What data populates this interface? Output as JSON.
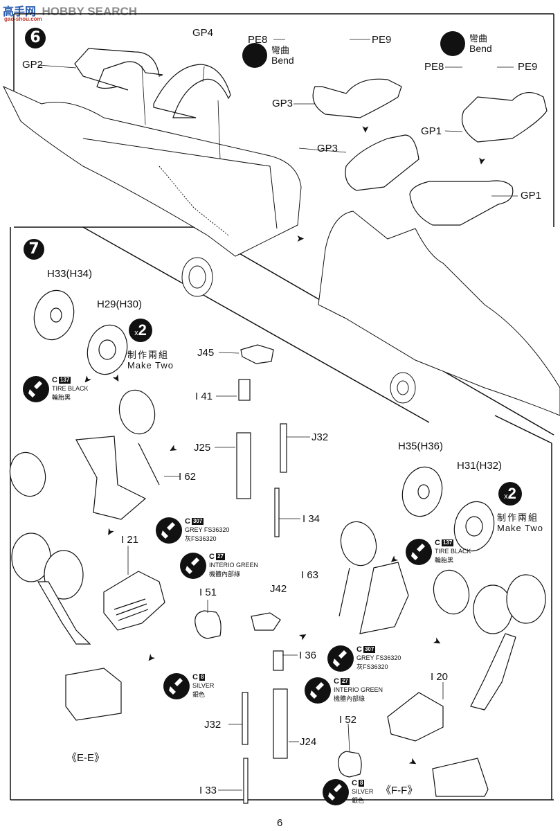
{
  "watermark": {
    "logo_text": "高手网",
    "brand_text": "HOBBY SEARCH",
    "url_text": "gao-shou.com",
    "brand_color": "#8a8a8a",
    "logo_color": "#2a5db0"
  },
  "page_number": "6",
  "steps": [
    {
      "number": "6",
      "labels": [
        "GP2",
        "GP4",
        "PE8",
        "PE9",
        "GP3",
        "GP3",
        "PE8",
        "PE9",
        "GP1",
        "GP1"
      ],
      "bend_notes": [
        {
          "zh": "彎曲",
          "en": "Bend"
        },
        {
          "zh": "彎曲",
          "en": "Bend"
        }
      ]
    },
    {
      "number": "7",
      "labels": [
        "H33(H34)",
        "H29(H30)",
        "J45",
        "I 41",
        "J25",
        "J32",
        "I 62",
        "I 34",
        "I 21",
        "I 51",
        "J42",
        "I 36",
        "J32",
        "J24",
        "I 33",
        "H35(H36)",
        "H31(H32)",
        "I 63",
        "I 20",
        "I 52"
      ],
      "make_two": [
        {
          "count": "2",
          "prefix": "x",
          "zh": "制作兩組",
          "en": "Make Two"
        },
        {
          "count": "2",
          "prefix": "x",
          "zh": "制作兩組",
          "en": "Make Two"
        }
      ],
      "paints": [
        {
          "code": "C",
          "num": "137",
          "en": "TIRE BLACK",
          "zh": "輪胎黑"
        },
        {
          "code": "C",
          "num": "307",
          "en": "GREY FS36320",
          "zh": "灰FS36320"
        },
        {
          "code": "C",
          "num": "27",
          "en": "INTERIO GREEN",
          "zh": "機體內部綠"
        },
        {
          "code": "C",
          "num": "8",
          "en": "SILVER",
          "zh": "銀色"
        },
        {
          "code": "C",
          "num": "137",
          "en": "TIRE BLACK",
          "zh": "輪胎黑"
        },
        {
          "code": "C",
          "num": "307",
          "en": "GREY FS36320",
          "zh": "灰FS36320"
        },
        {
          "code": "C",
          "num": "27",
          "en": "INTERIO GREEN",
          "zh": "機體內部綠"
        },
        {
          "code": "C",
          "num": "8",
          "en": "SILVER",
          "zh": "銀色"
        }
      ],
      "sections": [
        "《E-E》",
        "《F-F》"
      ]
    }
  ]
}
